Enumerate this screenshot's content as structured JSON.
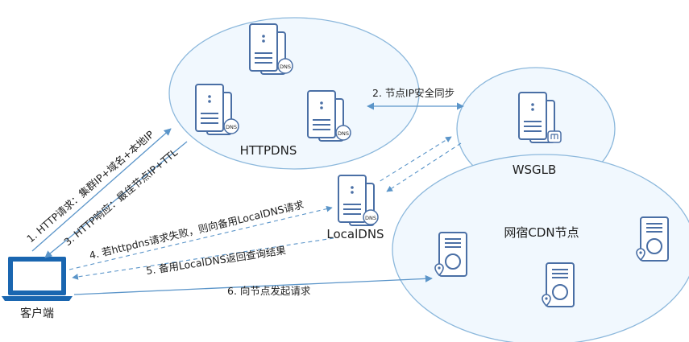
{
  "nodes": {
    "httpdns": "HTTPDNS",
    "wsglb": "WSGLB",
    "localdns": "LocalDNS",
    "cdn": "网宿CDN节点",
    "client": "客户端"
  },
  "badges": {
    "dns": "DNS"
  },
  "steps": {
    "s1": "1. HTTP请求：集群IP+域名+本地IP",
    "s2": "2. 节点IP安全同步",
    "s3": "3. HTTP响应：最佳节点IP+TTL",
    "s4": "4. 若httpdns请求失败，则向备用LocalDNS请求",
    "s5": "5. 备用LocalDNS返回查询结果",
    "s6": "6. 向节点发起请求"
  },
  "colors": {
    "cloud_fill": "#f1f8fe",
    "cloud_stroke": "#8cb8dc",
    "server_stroke": "#4a6fa5",
    "server_fill": "#ffffff",
    "arrow": "#5b95c9",
    "laptop": "#1a66b0"
  },
  "icons": {
    "server": "server-icon",
    "cdn_server": "cdn-server-icon",
    "laptop": "laptop-icon",
    "shield": "shield-icon"
  }
}
